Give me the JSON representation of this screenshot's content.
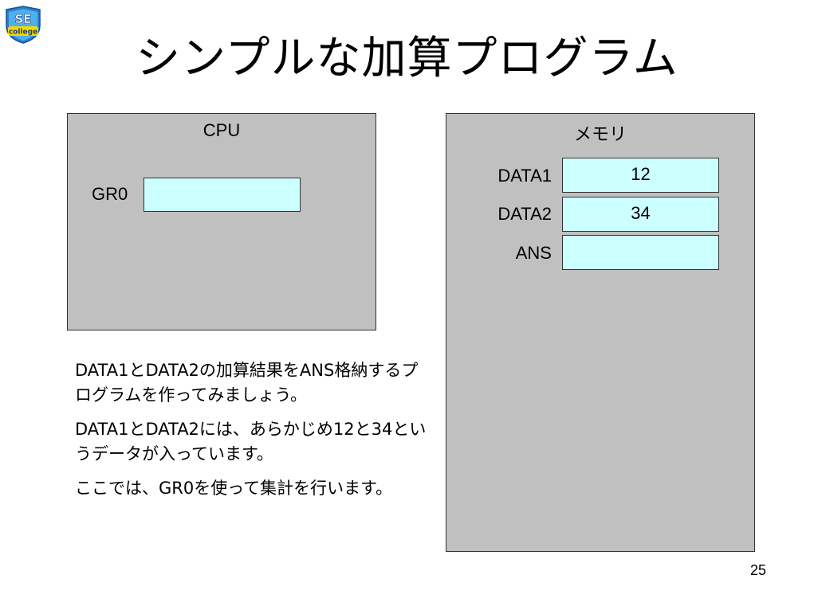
{
  "logo": {
    "top_text": "SE",
    "bottom_text": "college"
  },
  "title": "シンプルな加算プログラム",
  "cpu": {
    "title": "CPU",
    "registers": [
      {
        "label": "GR0",
        "value": ""
      }
    ]
  },
  "memory": {
    "title": "メモリ",
    "cells": [
      {
        "label": "DATA1",
        "value": "12"
      },
      {
        "label": "DATA2",
        "value": "34"
      },
      {
        "label": "ANS",
        "value": ""
      }
    ]
  },
  "description": [
    "DATA1とDATA2の加算結果をANS格納するプログラムを作ってみましょう。",
    "DATA1とDATA2には、あらかじめ12と34というデータが入っています。",
    "ここでは、GR0を使って集計を行います。"
  ],
  "page_number": "25"
}
